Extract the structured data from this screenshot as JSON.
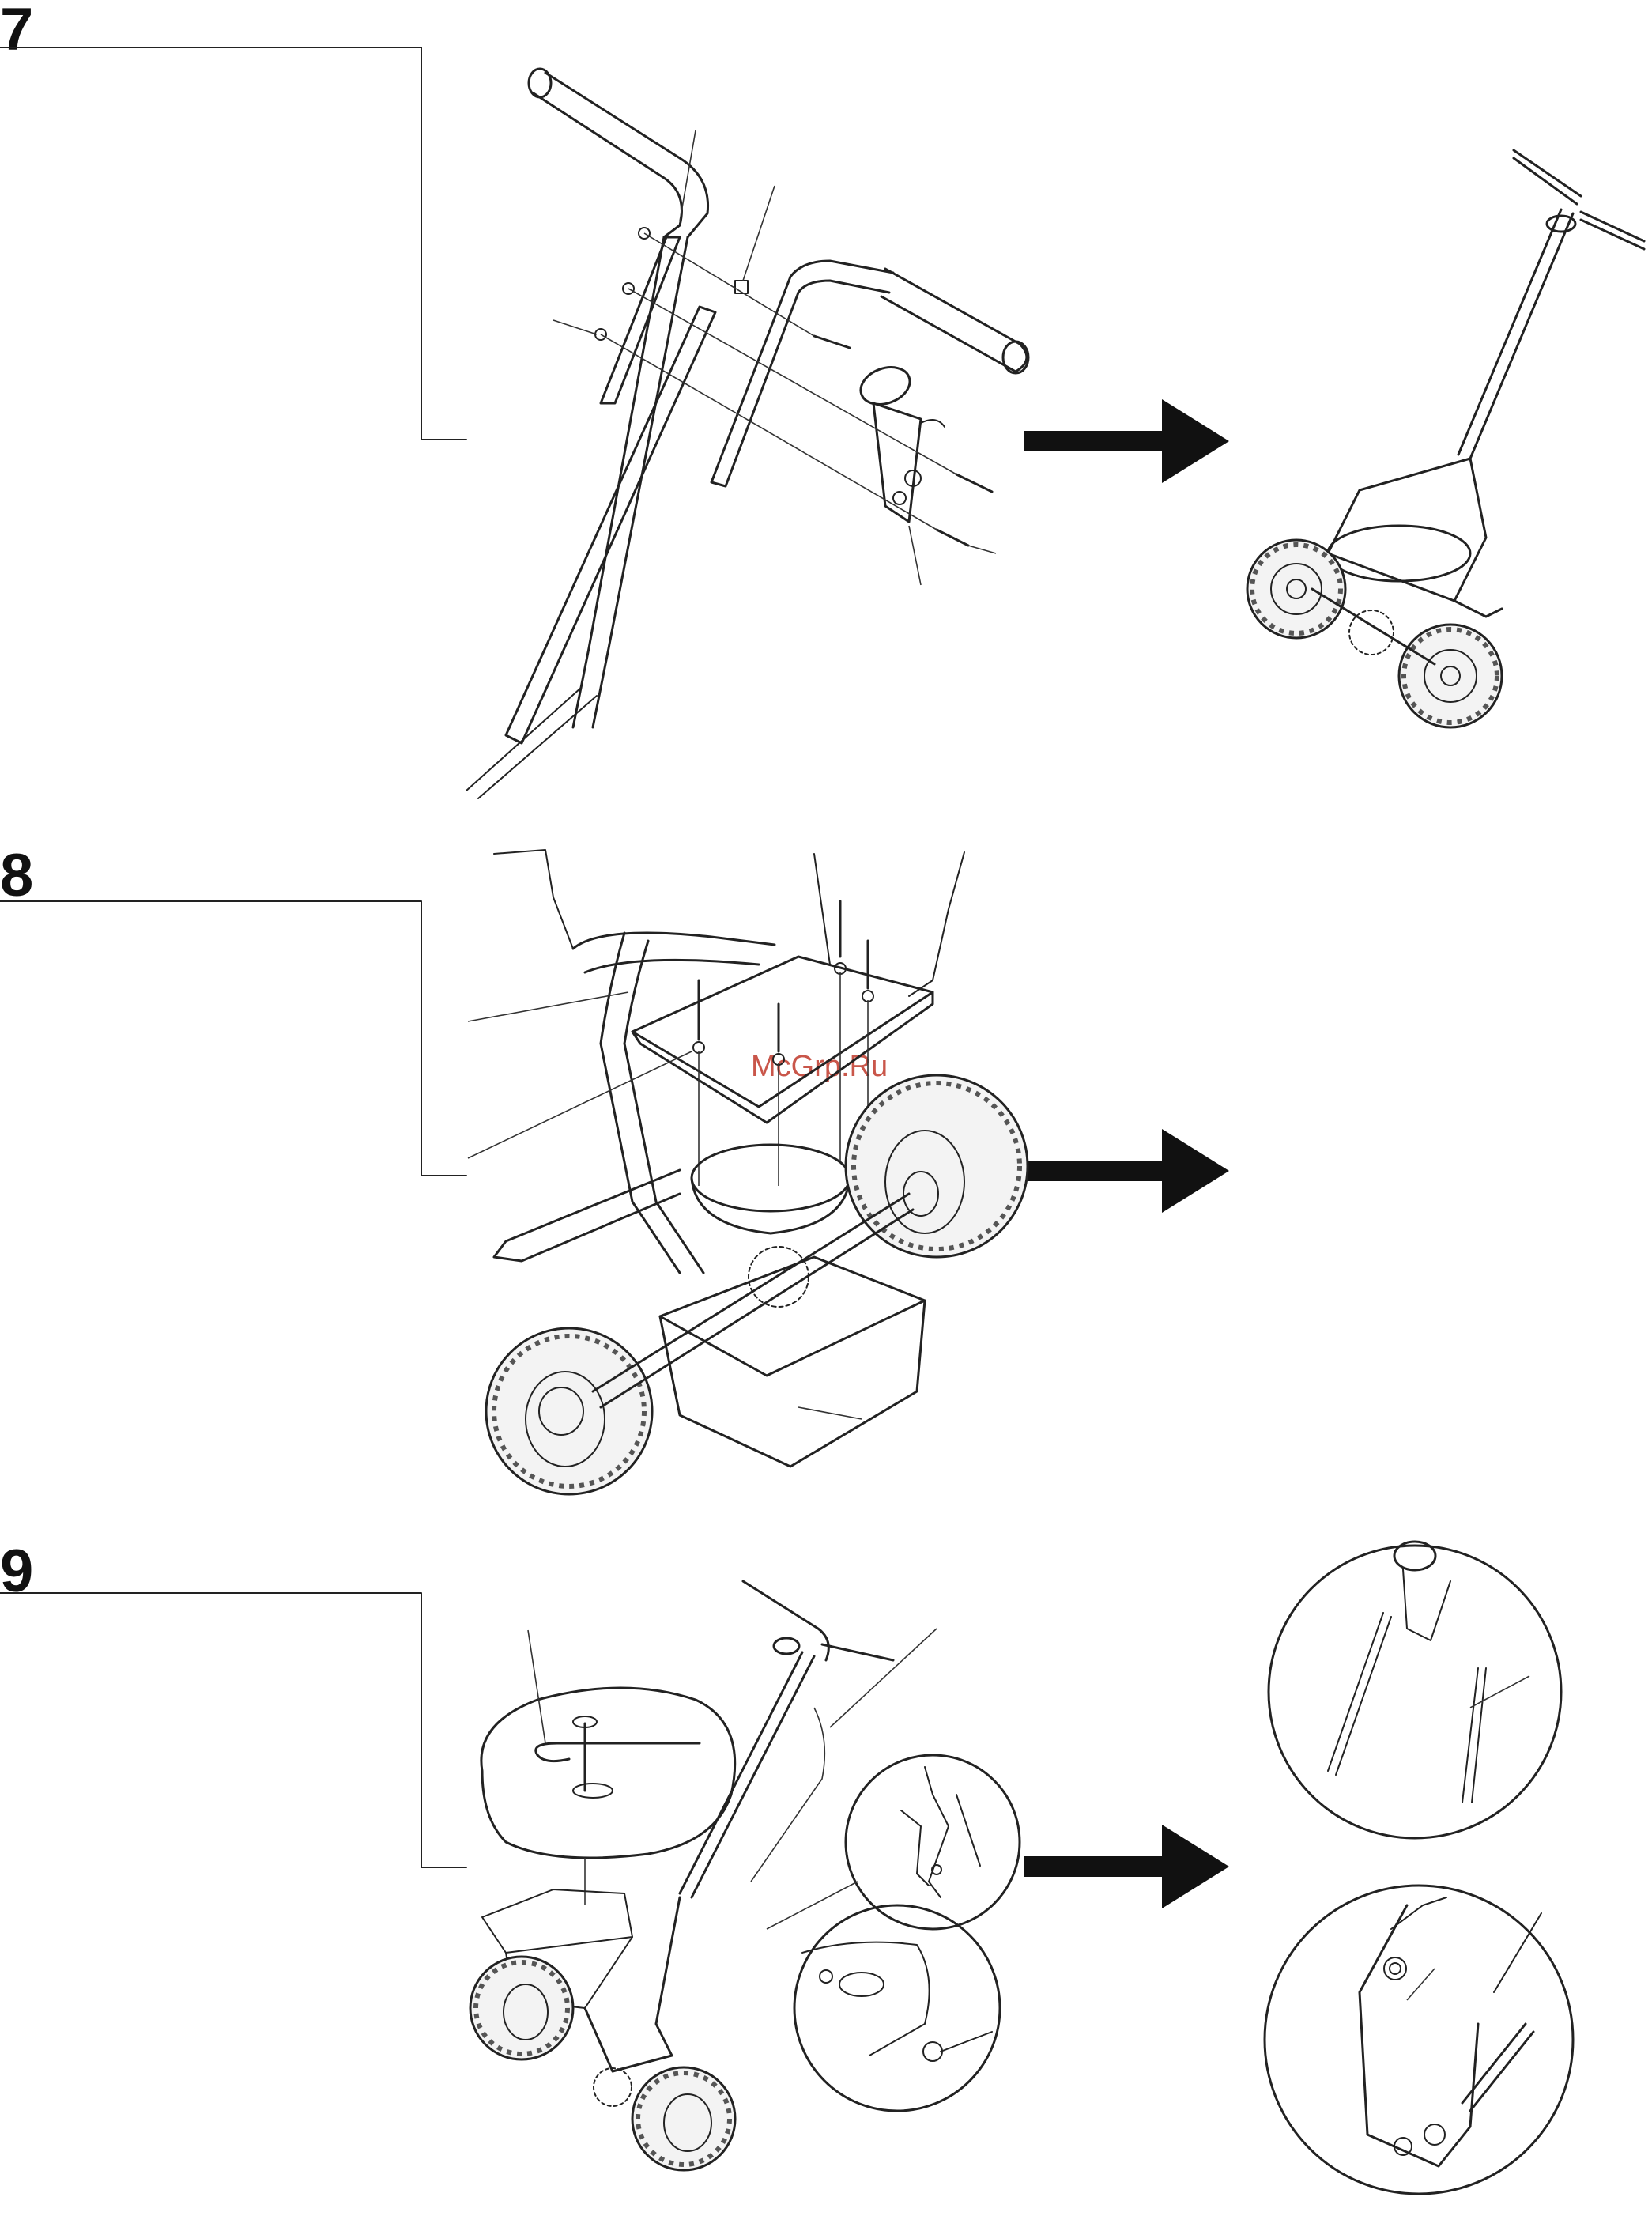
{
  "steps": [
    {
      "number": "7"
    },
    {
      "number": "8"
    },
    {
      "number": "9"
    }
  ],
  "watermark": "McGrp.Ru",
  "colors": {
    "ink": "#111111",
    "watermark": "#c0392b",
    "paper": "#ffffff"
  },
  "icons": [
    "right-arrow-icon",
    "right-arrow-icon",
    "right-arrow-icon"
  ]
}
